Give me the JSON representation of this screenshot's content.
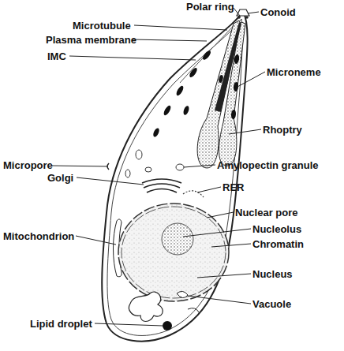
{
  "diagram": {
    "labels": [
      "Polar ring",
      "Conoid",
      "Microtubule",
      "Plasma membrane",
      "IMC",
      "Microneme",
      "Rhoptry",
      "Micropore",
      "Amylopectin granule",
      "Golgi",
      "RER",
      "Mitochondrion",
      "Nuclear pore",
      "Nucleolus",
      "Chromatin",
      "Nucleus",
      "Vacuole",
      "Lipid droplet"
    ]
  }
}
